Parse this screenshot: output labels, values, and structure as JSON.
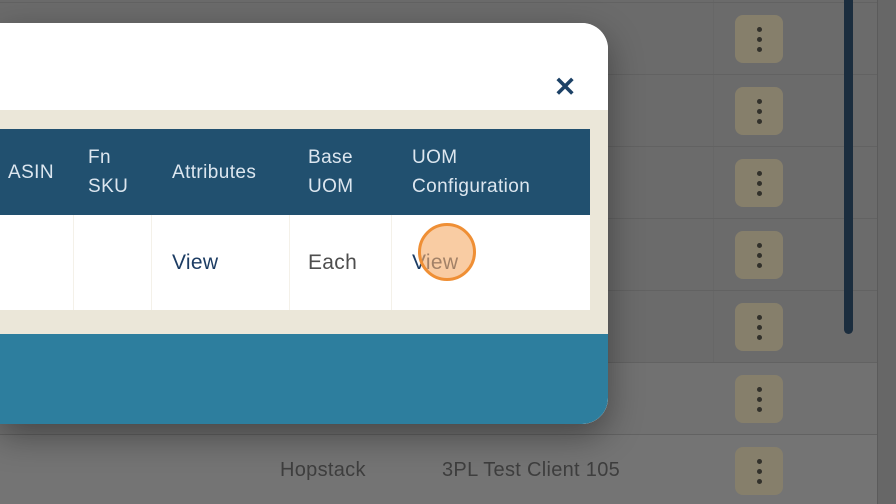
{
  "colors": {
    "overlay_gray": "#6B6B6B",
    "header_navy": "#21506F",
    "teal_footer": "#2D7E9E",
    "modal_cream": "#EBE7D9",
    "link_navy": "#1C3C63",
    "value_gray": "#4E4E4E",
    "close_navy": "#1C4166",
    "highlight_orange_border": "#EF8F35",
    "highlight_orange_fill": "#F6AD6A",
    "kebab_bg": "#867F6B",
    "kebab_dot": "#32312B",
    "scrollbar_navy": "#1B2D3E",
    "bg_text_gray": "#3E3E3E"
  },
  "modal": {
    "close_icon": "✕",
    "table": {
      "headers": [
        "ASIN",
        "Fn\nSKU",
        "Attributes",
        "Base\nUOM",
        "UOM\nConfiguration"
      ],
      "row": {
        "asin": "",
        "fn_sku": "",
        "attributes": "View",
        "base_uom": "Each",
        "uom_configuration": "View"
      }
    }
  },
  "background": {
    "row": {
      "brand": "Hopstack",
      "client": "3PL Test Client 105"
    }
  }
}
